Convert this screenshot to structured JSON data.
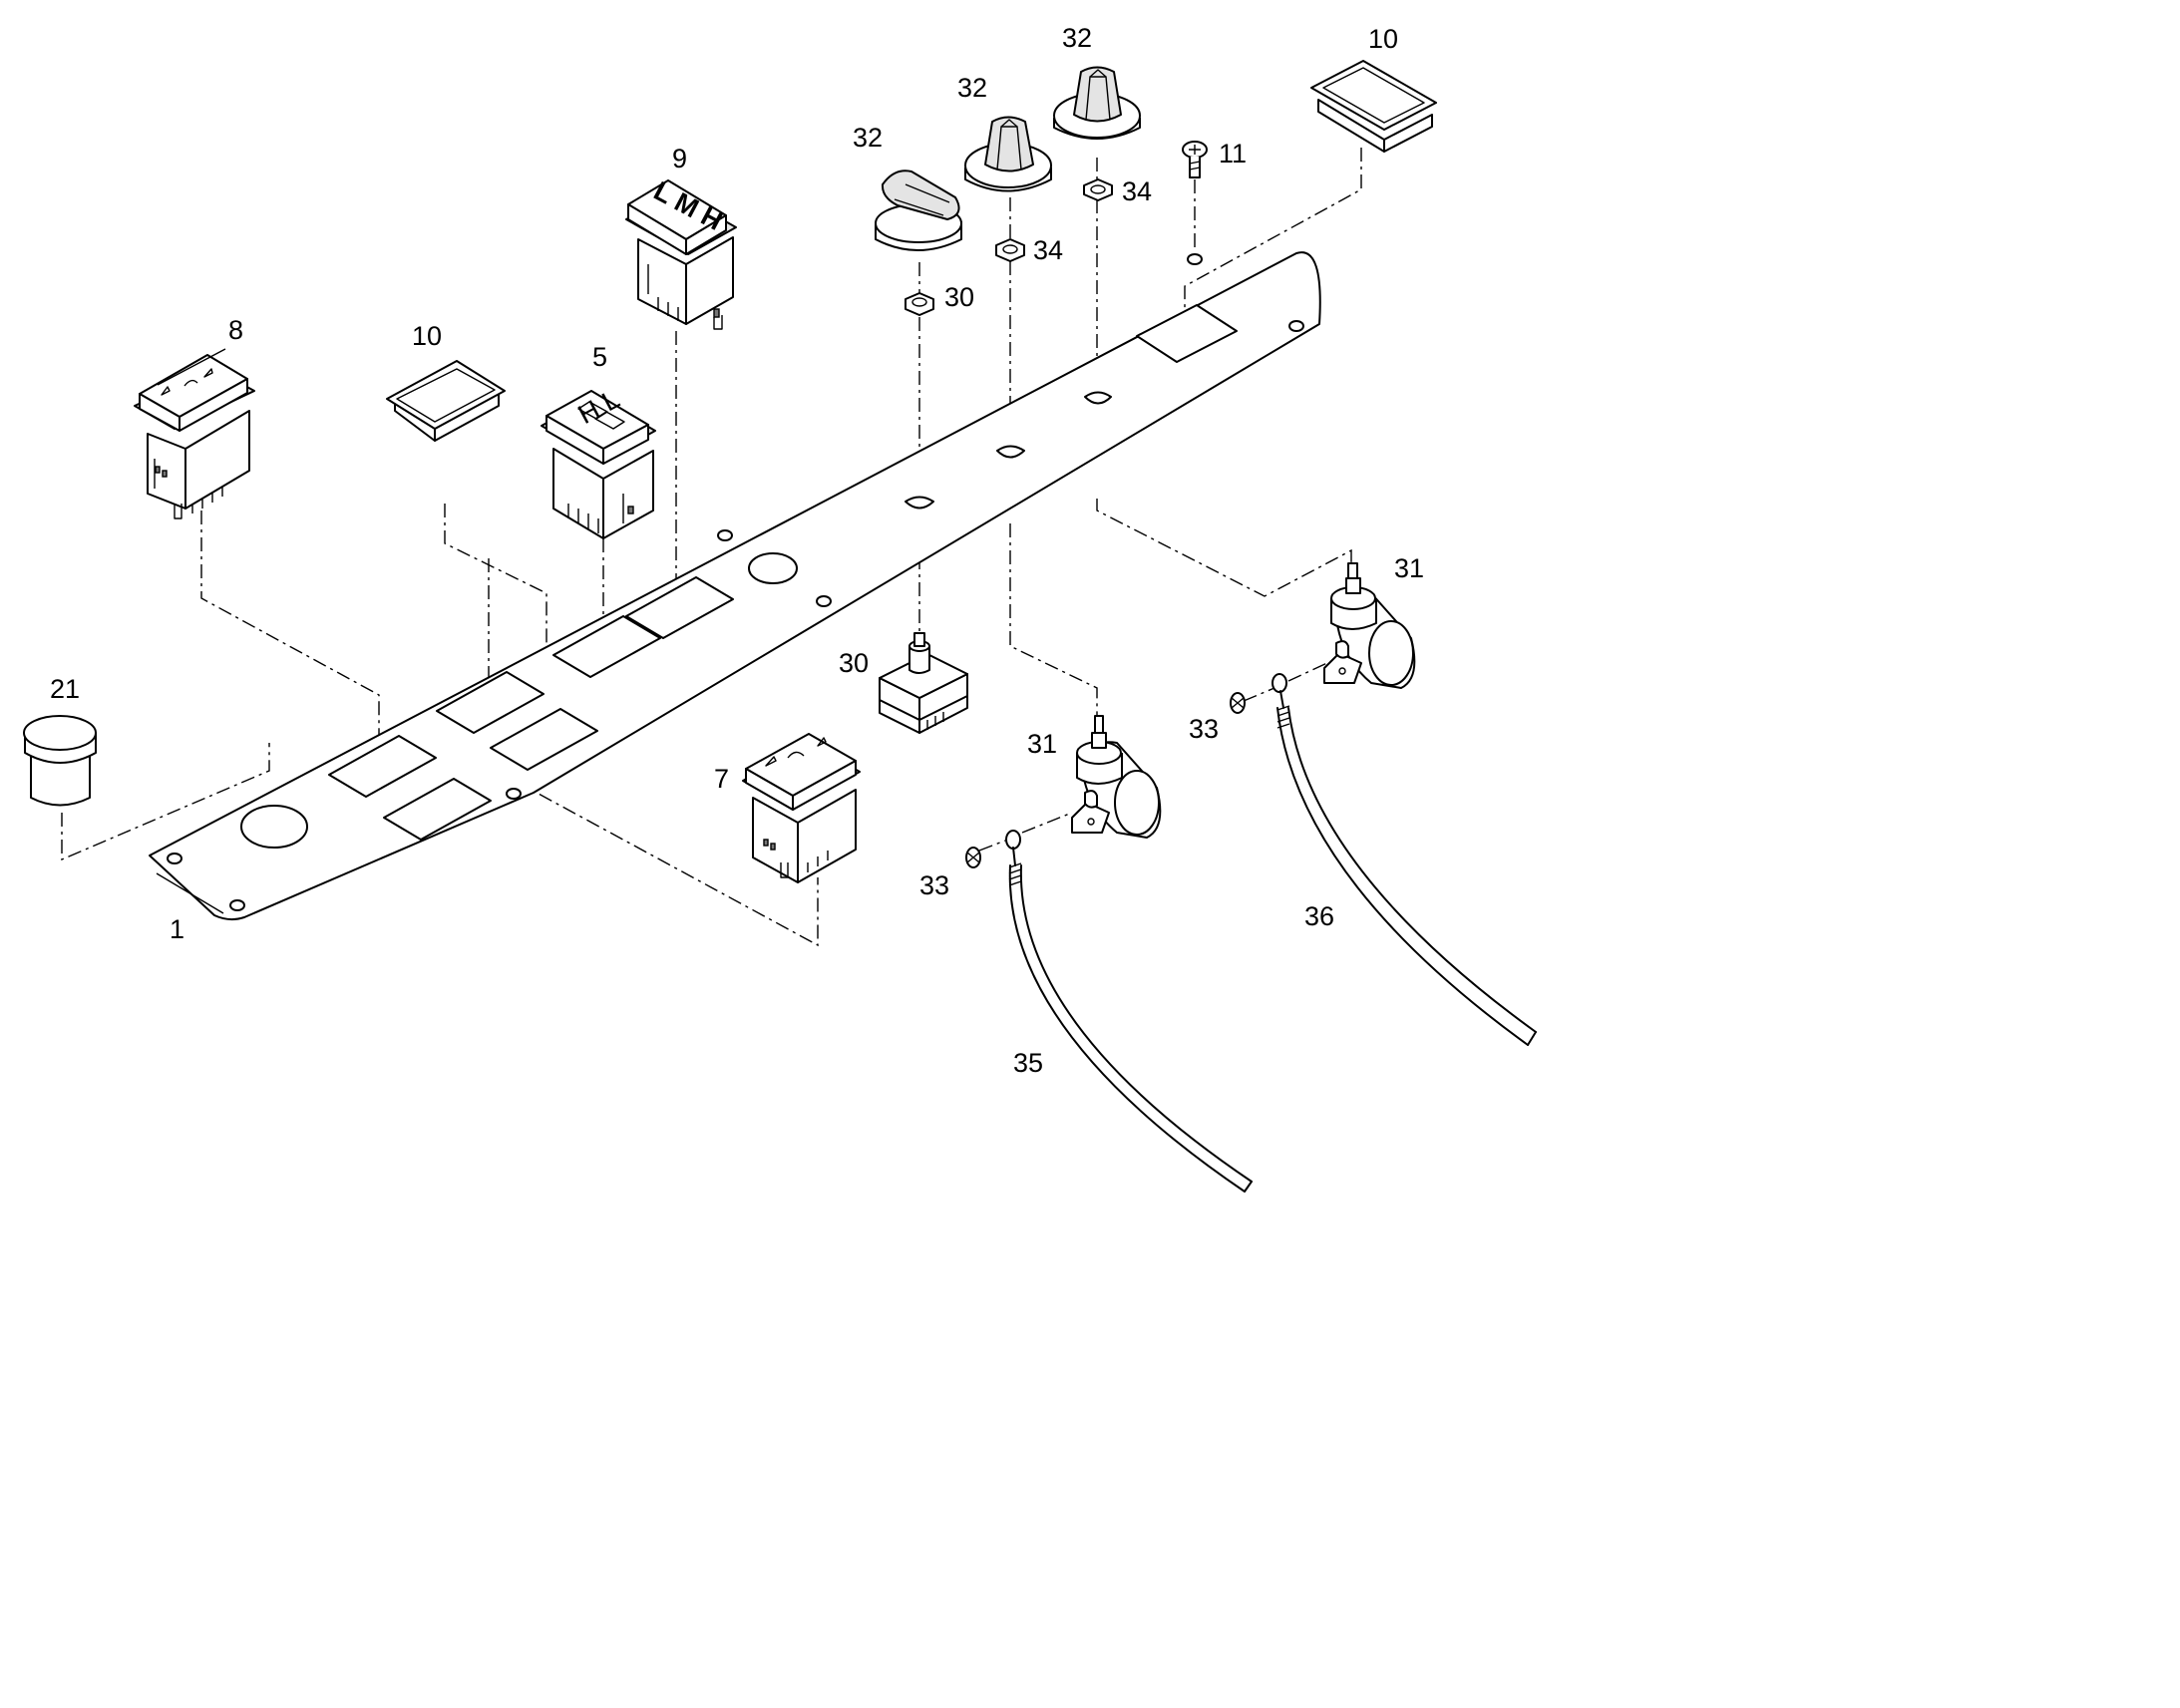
{
  "callouts": {
    "c1": "1",
    "c5": "5",
    "c7": "7",
    "c8": "8",
    "c9": "9",
    "c10a": "10",
    "c10b": "10",
    "c11": "11",
    "c21": "21",
    "c30a": "30",
    "c30b": "30",
    "c31a": "31",
    "c31b": "31",
    "c32a": "32",
    "c32b": "32",
    "c32c": "32",
    "c33a": "33",
    "c33b": "33",
    "c34a": "34",
    "c34b": "34",
    "c35": "35",
    "c36": "36"
  },
  "switch_legends": {
    "part9": "L M H",
    "part5": "H L"
  }
}
